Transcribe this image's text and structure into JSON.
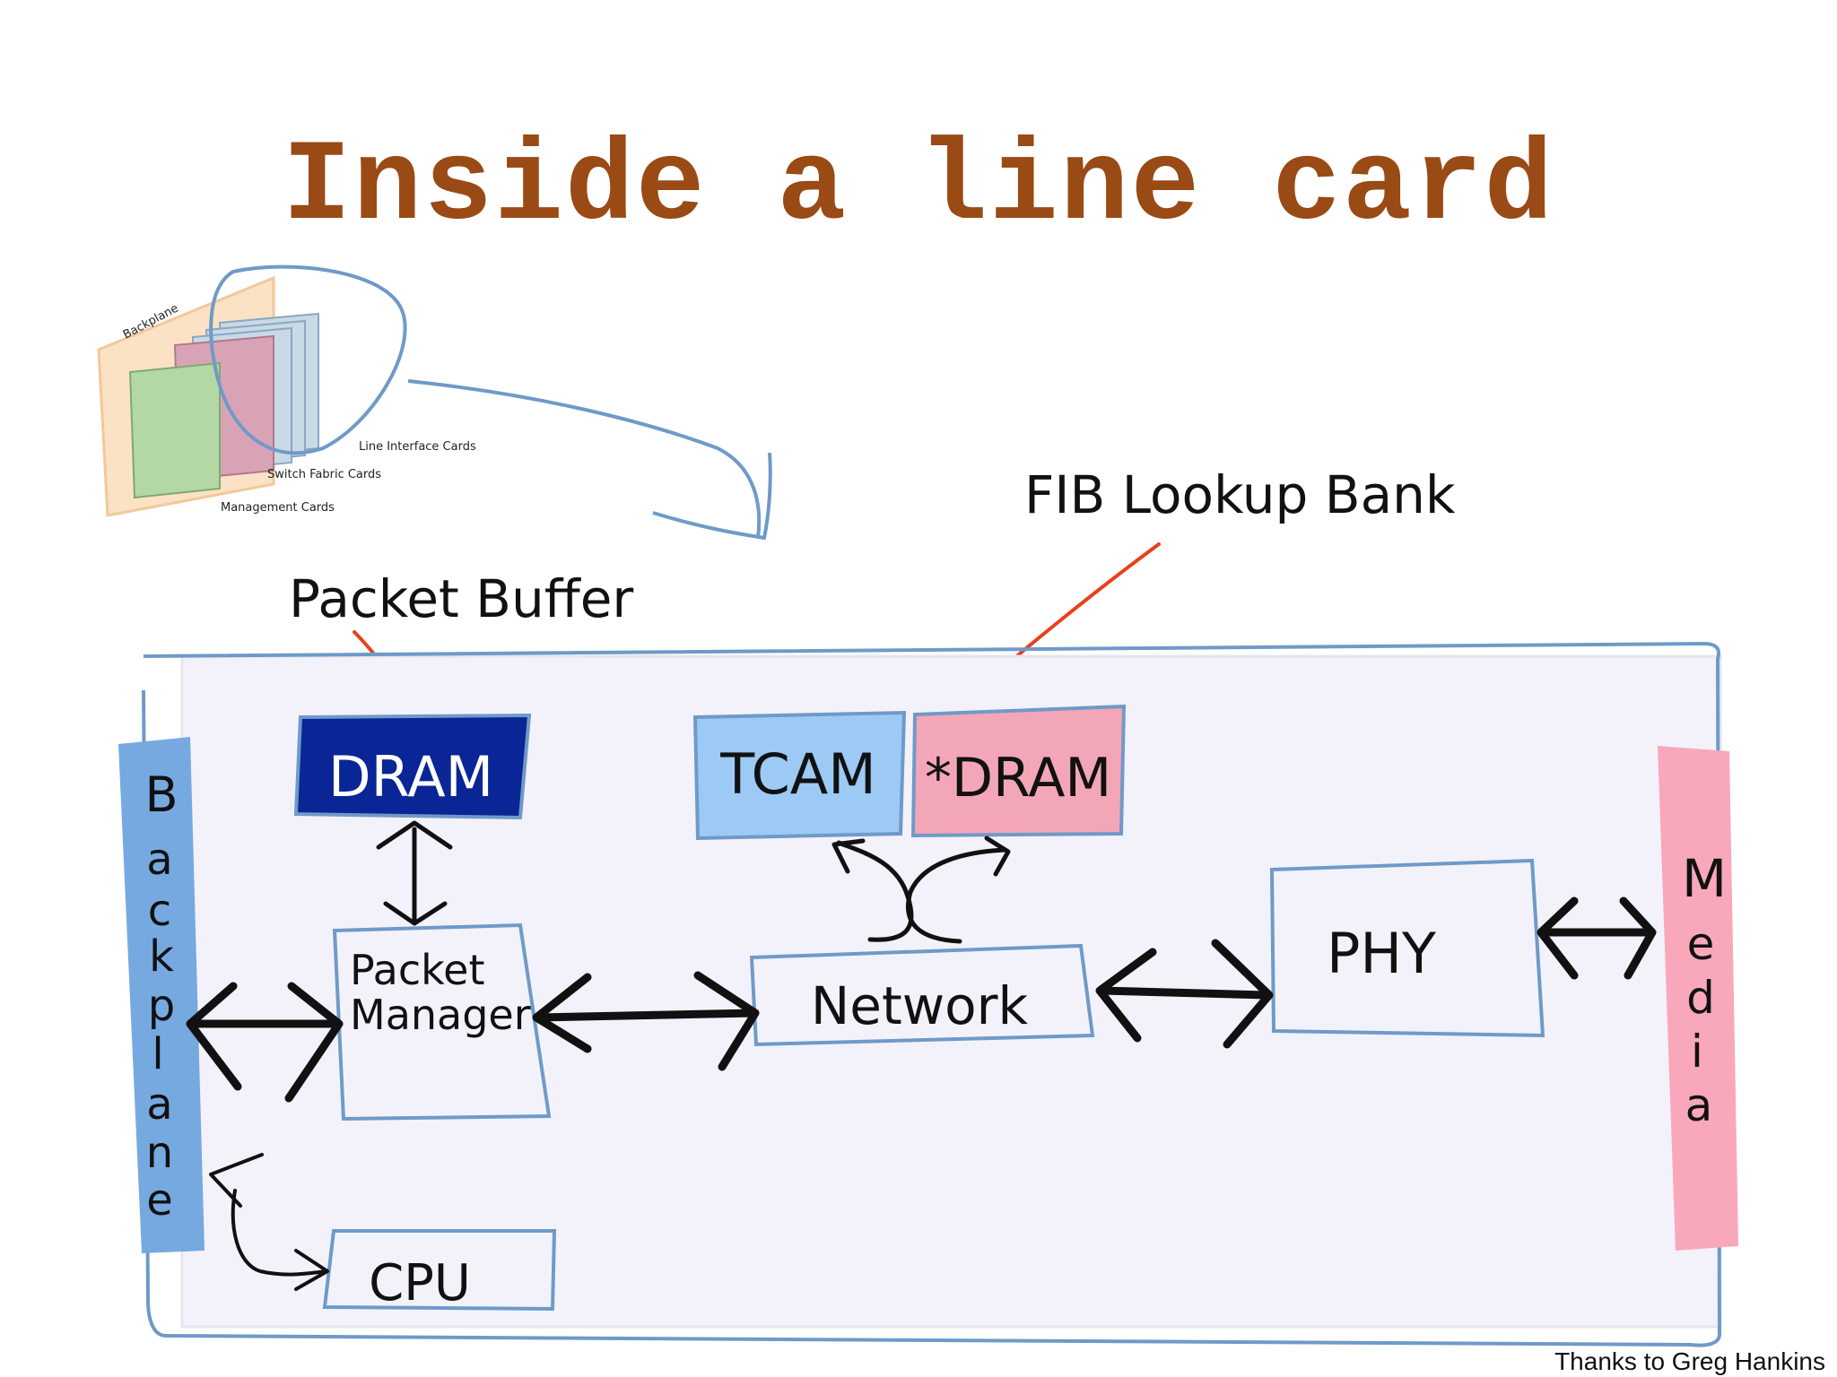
{
  "title": "Inside a line card",
  "inset": {
    "backplane_label": "Backplane",
    "line_cards_label": "Line Interface Cards",
    "switch_fabric_label": "Switch Fabric Cards",
    "management_label": "Management Cards"
  },
  "annotations": {
    "packet_buffer": "Packet Buffer",
    "fib_lookup": "FIB Lookup Bank"
  },
  "blocks": {
    "dram": "DRAM",
    "tcam": "TCAM",
    "star_dram": "*DRAM",
    "packet_manager_line1": "Packet",
    "packet_manager_line2": "Manager",
    "network": "Network",
    "phy": "PHY",
    "cpu": "CPU"
  },
  "side_bars": {
    "backplane": [
      "B",
      "a",
      "c",
      "k",
      "p",
      "l",
      "a",
      "n",
      "e"
    ],
    "media": [
      "M",
      "e",
      "d",
      "i",
      "a"
    ]
  },
  "credit": "Thanks to Greg Hankins",
  "colors": {
    "title": "#9a4a14",
    "outline": "#6f9ac8",
    "dram_fill": "#0a2596",
    "tcam_fill": "#9ccaf5",
    "star_dram_fill": "#f3a6b8",
    "backplane_bar": "#76a9e0",
    "media_bar": "#f8a8ba",
    "board_fill": "#f3f2fb",
    "red_arrow": "#e8401c"
  }
}
